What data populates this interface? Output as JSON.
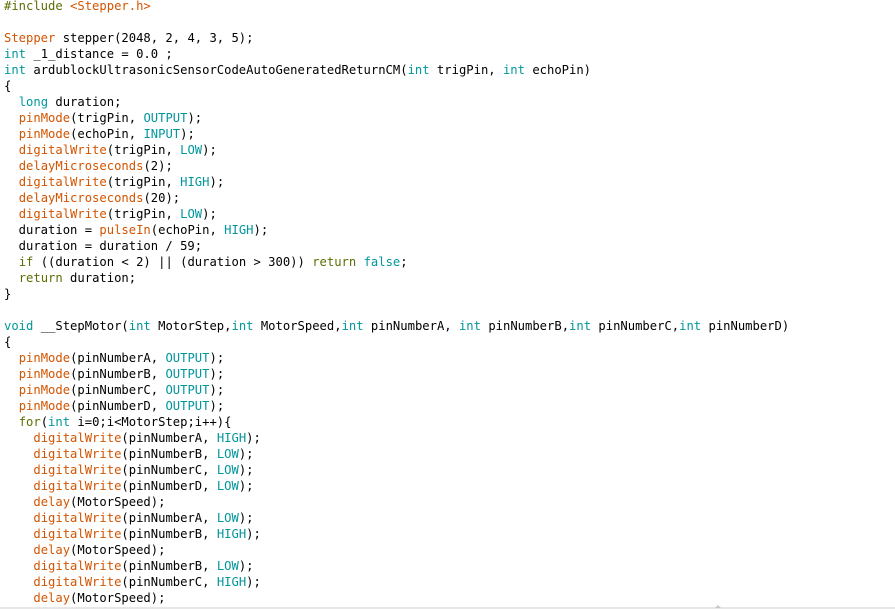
{
  "editor": {
    "lines": [
      [
        {
          "t": "#include ",
          "k": "include"
        },
        {
          "t": "<Stepper.h>",
          "k": "header"
        }
      ],
      [],
      [
        {
          "t": "Stepper",
          "k": "class"
        },
        {
          "t": " stepper(2048, 2, 4, 3, 5);",
          "k": "plain"
        }
      ],
      [
        {
          "t": "int",
          "k": "type"
        },
        {
          "t": " _1_distance = 0.0 ;",
          "k": "plain"
        }
      ],
      [
        {
          "t": "int",
          "k": "type"
        },
        {
          "t": " ardublockUltrasonicSensorCodeAutoGeneratedReturnCM(",
          "k": "plain"
        },
        {
          "t": "int",
          "k": "type"
        },
        {
          "t": " trigPin, ",
          "k": "plain"
        },
        {
          "t": "int",
          "k": "type"
        },
        {
          "t": " echoPin)",
          "k": "plain"
        }
      ],
      [
        {
          "t": "{",
          "k": "plain"
        }
      ],
      [
        {
          "t": "  ",
          "k": "plain"
        },
        {
          "t": "long",
          "k": "type"
        },
        {
          "t": " duration;",
          "k": "plain"
        }
      ],
      [
        {
          "t": "  ",
          "k": "plain"
        },
        {
          "t": "pinMode",
          "k": "func"
        },
        {
          "t": "(trigPin, ",
          "k": "plain"
        },
        {
          "t": "OUTPUT",
          "k": "const"
        },
        {
          "t": ");",
          "k": "plain"
        }
      ],
      [
        {
          "t": "  ",
          "k": "plain"
        },
        {
          "t": "pinMode",
          "k": "func"
        },
        {
          "t": "(echoPin, ",
          "k": "plain"
        },
        {
          "t": "INPUT",
          "k": "const"
        },
        {
          "t": ");",
          "k": "plain"
        }
      ],
      [
        {
          "t": "  ",
          "k": "plain"
        },
        {
          "t": "digitalWrite",
          "k": "func"
        },
        {
          "t": "(trigPin, ",
          "k": "plain"
        },
        {
          "t": "LOW",
          "k": "const"
        },
        {
          "t": ");",
          "k": "plain"
        }
      ],
      [
        {
          "t": "  ",
          "k": "plain"
        },
        {
          "t": "delayMicroseconds",
          "k": "func"
        },
        {
          "t": "(2);",
          "k": "plain"
        }
      ],
      [
        {
          "t": "  ",
          "k": "plain"
        },
        {
          "t": "digitalWrite",
          "k": "func"
        },
        {
          "t": "(trigPin, ",
          "k": "plain"
        },
        {
          "t": "HIGH",
          "k": "const"
        },
        {
          "t": ");",
          "k": "plain"
        }
      ],
      [
        {
          "t": "  ",
          "k": "plain"
        },
        {
          "t": "delayMicroseconds",
          "k": "func"
        },
        {
          "t": "(20);",
          "k": "plain"
        }
      ],
      [
        {
          "t": "  ",
          "k": "plain"
        },
        {
          "t": "digitalWrite",
          "k": "func"
        },
        {
          "t": "(trigPin, ",
          "k": "plain"
        },
        {
          "t": "LOW",
          "k": "const"
        },
        {
          "t": ");",
          "k": "plain"
        }
      ],
      [
        {
          "t": "  duration = ",
          "k": "plain"
        },
        {
          "t": "pulseIn",
          "k": "func"
        },
        {
          "t": "(echoPin, ",
          "k": "plain"
        },
        {
          "t": "HIGH",
          "k": "const"
        },
        {
          "t": ");",
          "k": "plain"
        }
      ],
      [
        {
          "t": "  duration = duration / 59;",
          "k": "plain"
        }
      ],
      [
        {
          "t": "  ",
          "k": "plain"
        },
        {
          "t": "if",
          "k": "keyword"
        },
        {
          "t": " ((duration < 2) || (duration > 300)) ",
          "k": "plain"
        },
        {
          "t": "return",
          "k": "keyword"
        },
        {
          "t": " ",
          "k": "plain"
        },
        {
          "t": "false",
          "k": "const"
        },
        {
          "t": ";",
          "k": "plain"
        }
      ],
      [
        {
          "t": "  ",
          "k": "plain"
        },
        {
          "t": "return",
          "k": "keyword"
        },
        {
          "t": " duration;",
          "k": "plain"
        }
      ],
      [
        {
          "t": "}",
          "k": "plain"
        }
      ],
      [],
      [
        {
          "t": "void",
          "k": "type"
        },
        {
          "t": " __StepMotor(",
          "k": "plain"
        },
        {
          "t": "int",
          "k": "type"
        },
        {
          "t": " MotorStep,",
          "k": "plain"
        },
        {
          "t": "int",
          "k": "type"
        },
        {
          "t": " MotorSpeed,",
          "k": "plain"
        },
        {
          "t": "int",
          "k": "type"
        },
        {
          "t": " pinNumberA, ",
          "k": "plain"
        },
        {
          "t": "int",
          "k": "type"
        },
        {
          "t": " pinNumberB,",
          "k": "plain"
        },
        {
          "t": "int",
          "k": "type"
        },
        {
          "t": " pinNumberC,",
          "k": "plain"
        },
        {
          "t": "int",
          "k": "type"
        },
        {
          "t": " pinNumberD)",
          "k": "plain"
        }
      ],
      [
        {
          "t": "{",
          "k": "plain"
        }
      ],
      [
        {
          "t": "  ",
          "k": "plain"
        },
        {
          "t": "pinMode",
          "k": "func"
        },
        {
          "t": "(pinNumberA, ",
          "k": "plain"
        },
        {
          "t": "OUTPUT",
          "k": "const"
        },
        {
          "t": ");",
          "k": "plain"
        }
      ],
      [
        {
          "t": "  ",
          "k": "plain"
        },
        {
          "t": "pinMode",
          "k": "func"
        },
        {
          "t": "(pinNumberB, ",
          "k": "plain"
        },
        {
          "t": "OUTPUT",
          "k": "const"
        },
        {
          "t": ");",
          "k": "plain"
        }
      ],
      [
        {
          "t": "  ",
          "k": "plain"
        },
        {
          "t": "pinMode",
          "k": "func"
        },
        {
          "t": "(pinNumberC, ",
          "k": "plain"
        },
        {
          "t": "OUTPUT",
          "k": "const"
        },
        {
          "t": ");",
          "k": "plain"
        }
      ],
      [
        {
          "t": "  ",
          "k": "plain"
        },
        {
          "t": "pinMode",
          "k": "func"
        },
        {
          "t": "(pinNumberD, ",
          "k": "plain"
        },
        {
          "t": "OUTPUT",
          "k": "const"
        },
        {
          "t": ");",
          "k": "plain"
        }
      ],
      [
        {
          "t": "  ",
          "k": "plain"
        },
        {
          "t": "for",
          "k": "keyword"
        },
        {
          "t": "(",
          "k": "plain"
        },
        {
          "t": "int",
          "k": "type"
        },
        {
          "t": " i=0;i<MotorStep;i++){",
          "k": "plain"
        }
      ],
      [
        {
          "t": "    ",
          "k": "plain"
        },
        {
          "t": "digitalWrite",
          "k": "func"
        },
        {
          "t": "(pinNumberA, ",
          "k": "plain"
        },
        {
          "t": "HIGH",
          "k": "const"
        },
        {
          "t": ");",
          "k": "plain"
        }
      ],
      [
        {
          "t": "    ",
          "k": "plain"
        },
        {
          "t": "digitalWrite",
          "k": "func"
        },
        {
          "t": "(pinNumberB, ",
          "k": "plain"
        },
        {
          "t": "LOW",
          "k": "const"
        },
        {
          "t": ");",
          "k": "plain"
        }
      ],
      [
        {
          "t": "    ",
          "k": "plain"
        },
        {
          "t": "digitalWrite",
          "k": "func"
        },
        {
          "t": "(pinNumberC, ",
          "k": "plain"
        },
        {
          "t": "LOW",
          "k": "const"
        },
        {
          "t": ");",
          "k": "plain"
        }
      ],
      [
        {
          "t": "    ",
          "k": "plain"
        },
        {
          "t": "digitalWrite",
          "k": "func"
        },
        {
          "t": "(pinNumberD, ",
          "k": "plain"
        },
        {
          "t": "LOW",
          "k": "const"
        },
        {
          "t": ");",
          "k": "plain"
        }
      ],
      [
        {
          "t": "    ",
          "k": "plain"
        },
        {
          "t": "delay",
          "k": "func"
        },
        {
          "t": "(MotorSpeed);",
          "k": "plain"
        }
      ],
      [
        {
          "t": "    ",
          "k": "plain"
        },
        {
          "t": "digitalWrite",
          "k": "func"
        },
        {
          "t": "(pinNumberA, ",
          "k": "plain"
        },
        {
          "t": "LOW",
          "k": "const"
        },
        {
          "t": ");",
          "k": "plain"
        }
      ],
      [
        {
          "t": "    ",
          "k": "plain"
        },
        {
          "t": "digitalWrite",
          "k": "func"
        },
        {
          "t": "(pinNumberB, ",
          "k": "plain"
        },
        {
          "t": "HIGH",
          "k": "const"
        },
        {
          "t": ");",
          "k": "plain"
        }
      ],
      [
        {
          "t": "    ",
          "k": "plain"
        },
        {
          "t": "delay",
          "k": "func"
        },
        {
          "t": "(MotorSpeed);",
          "k": "plain"
        }
      ],
      [
        {
          "t": "    ",
          "k": "plain"
        },
        {
          "t": "digitalWrite",
          "k": "func"
        },
        {
          "t": "(pinNumberB, ",
          "k": "plain"
        },
        {
          "t": "LOW",
          "k": "const"
        },
        {
          "t": ");",
          "k": "plain"
        }
      ],
      [
        {
          "t": "    ",
          "k": "plain"
        },
        {
          "t": "digitalWrite",
          "k": "func"
        },
        {
          "t": "(pinNumberC, ",
          "k": "plain"
        },
        {
          "t": "HIGH",
          "k": "const"
        },
        {
          "t": ");",
          "k": "plain"
        }
      ],
      [
        {
          "t": "    ",
          "k": "plain"
        },
        {
          "t": "delay",
          "k": "func"
        },
        {
          "t": "(MotorSpeed);",
          "k": "plain"
        }
      ]
    ]
  },
  "colors": {
    "background": "#ffffff",
    "type": "#00979c",
    "keyword": "#5e6d03",
    "function": "#d35400",
    "constant": "#00979c",
    "text": "#000000"
  },
  "icons": {
    "scroll_indicator": "scroll-up-arrow-icon"
  }
}
